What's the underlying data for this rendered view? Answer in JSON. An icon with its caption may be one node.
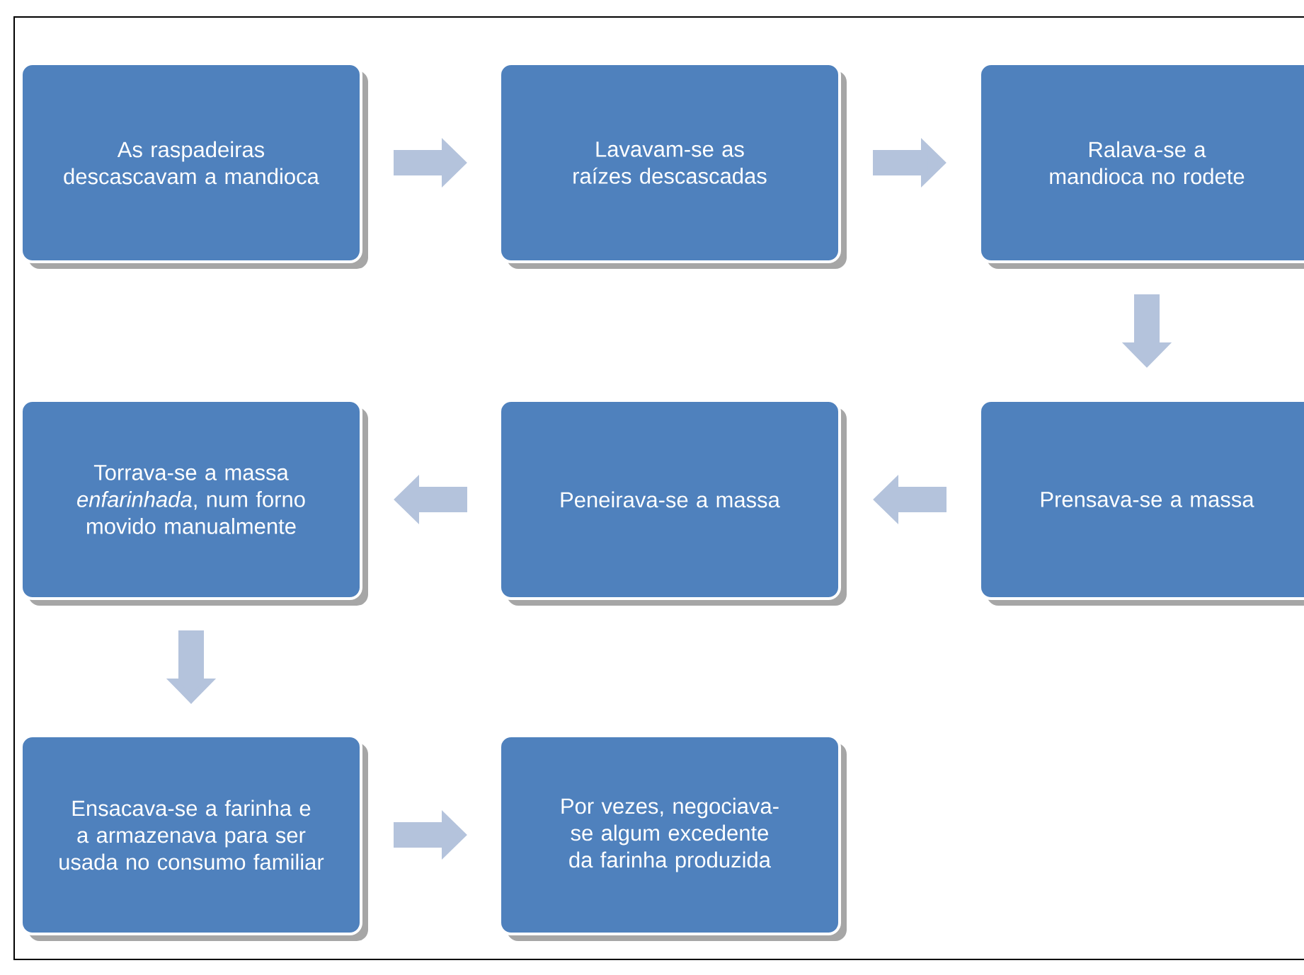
{
  "diagram": {
    "nodes": [
      {
        "text": [
          "As raspadeiras descascavam a mandioca"
        ]
      },
      {
        "text": [
          "Lavavam-se as raízes descascadas"
        ]
      },
      {
        "text": [
          "Ralava-se a mandioca no rodete"
        ]
      },
      {
        "text": [
          "Torrava-se a massa *enfarinhada*, num forno movido manualmente"
        ]
      },
      {
        "text": [
          "Peneirava-se a massa"
        ]
      },
      {
        "text": [
          "Prensava-se a massa"
        ]
      },
      {
        "text": [
          "Ensacava-se a farinha e a armazenava para ser usada no consumo familiar"
        ]
      },
      {
        "text": [
          "Por vezes, negociava-se algum excedente da farinha produzida"
        ]
      }
    ],
    "edges": [
      {
        "from": 0,
        "to": 1,
        "arrow": "to"
      },
      {
        "from": 1,
        "to": 2,
        "arrow": "to"
      },
      {
        "from": 2,
        "to": 5,
        "arrow": "to"
      },
      {
        "from": 5,
        "to": 4,
        "arrow": "to"
      },
      {
        "from": 4,
        "to": 3,
        "arrow": "to"
      },
      {
        "from": 3,
        "to": 6,
        "arrow": "to"
      },
      {
        "from": 6,
        "to": 7,
        "arrow": "to"
      }
    ]
  }
}
